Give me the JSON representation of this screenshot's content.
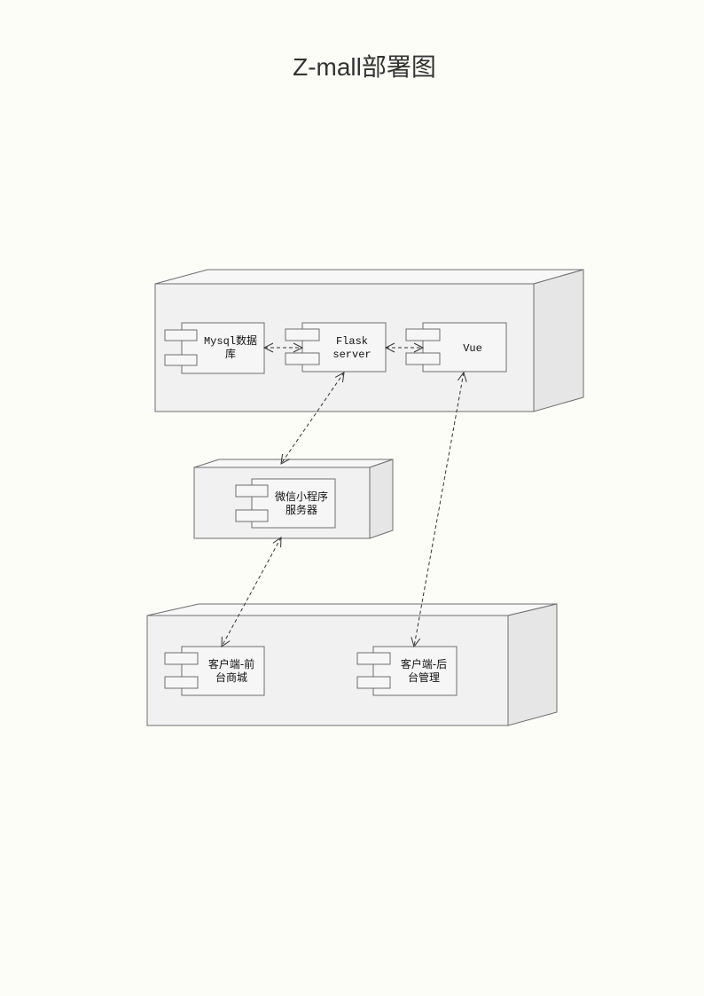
{
  "title": "Z-mall部署图",
  "colors": {
    "background": "#fdfdf8",
    "node_front": "#f1f1f1",
    "node_top": "#f7f7f7",
    "node_side": "#e6e6e6",
    "stroke": "#6e6e6e",
    "component": "#f6f6f6",
    "connector": "#333333"
  },
  "nodes": {
    "server_node": {
      "components": {
        "mysql": {
          "line1": "Mysql数据",
          "line2": "库"
        },
        "flask": {
          "line1": "Flask",
          "line2": "server"
        },
        "vue": {
          "line1": "Vue"
        }
      }
    },
    "wechat_node": {
      "components": {
        "wechat": {
          "line1": "微信小程序",
          "line2": "服务器"
        }
      }
    },
    "client_node": {
      "components": {
        "frontend": {
          "line1": "客户端-前",
          "line2": "台商城"
        },
        "backend": {
          "line1": "客户端-后",
          "line2": "台管理"
        }
      }
    }
  },
  "connections": [
    {
      "from": "mysql",
      "to": "flask",
      "style": "dashed",
      "arrows": "both"
    },
    {
      "from": "flask",
      "to": "vue",
      "style": "dashed",
      "arrows": "both"
    },
    {
      "from": "flask",
      "to": "wechat",
      "style": "dashed",
      "arrows": "both"
    },
    {
      "from": "wechat",
      "to": "frontend",
      "style": "dashed",
      "arrows": "both"
    },
    {
      "from": "vue",
      "to": "backend",
      "style": "dashed",
      "arrows": "both"
    }
  ]
}
